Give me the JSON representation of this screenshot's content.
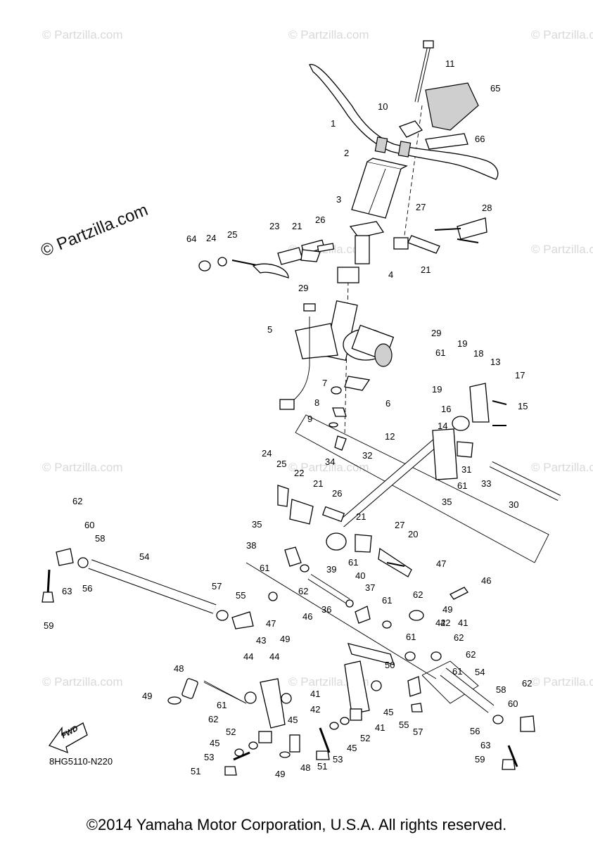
{
  "watermarks": {
    "small": "© Partzilla.com",
    "big": "© Partzilla.com"
  },
  "diagram_code": "8HG5110-N220",
  "fwd_label": "FWD",
  "copyright": "©2014 Yamaha Motor Corporation, U.S.A. All rights reserved.",
  "callouts": [
    "1",
    "2",
    "3",
    "4",
    "5",
    "6",
    "7",
    "8",
    "9",
    "10",
    "11",
    "12",
    "13",
    "14",
    "15",
    "16",
    "17",
    "18",
    "19",
    "19",
    "20",
    "21",
    "21",
    "21",
    "21",
    "22",
    "23",
    "24",
    "24",
    "25",
    "25",
    "26",
    "26",
    "27",
    "27",
    "28",
    "29",
    "29",
    "30",
    "31",
    "32",
    "33",
    "34",
    "35",
    "35",
    "36",
    "37",
    "38",
    "39",
    "40",
    "41",
    "41",
    "41",
    "42",
    "42",
    "42",
    "43",
    "44",
    "44",
    "45",
    "45",
    "45",
    "45",
    "46",
    "46",
    "47",
    "47",
    "48",
    "48",
    "49",
    "49",
    "49",
    "49",
    "50",
    "51",
    "51",
    "52",
    "52",
    "53",
    "53",
    "54",
    "54",
    "55",
    "55",
    "56",
    "56",
    "57",
    "57",
    "58",
    "58",
    "59",
    "59",
    "60",
    "60",
    "61",
    "61",
    "61",
    "61",
    "61",
    "61",
    "61",
    "61",
    "62",
    "62",
    "62",
    "62",
    "62",
    "62",
    "62",
    "63",
    "63",
    "64",
    "65",
    "66"
  ]
}
